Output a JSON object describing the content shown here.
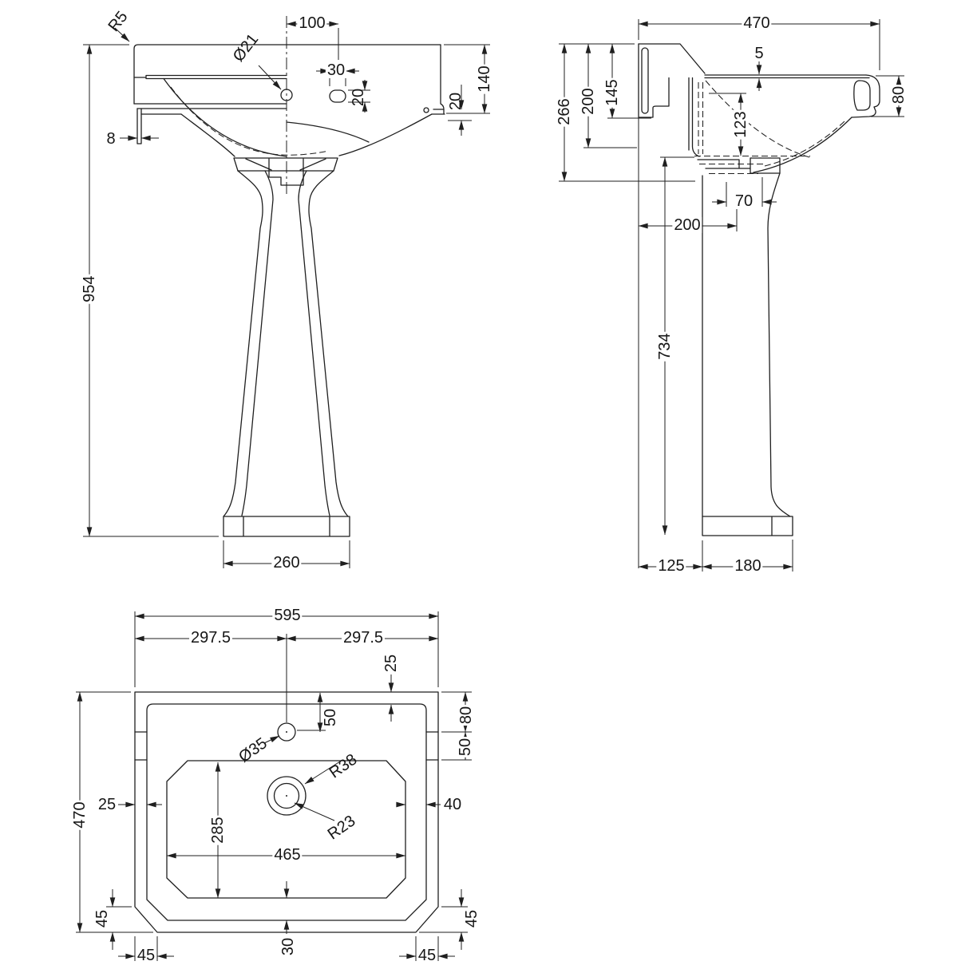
{
  "drawing": {
    "type": "technical-orthographic-drawing",
    "subject": "pedestal wash basin",
    "background_color": "#ffffff",
    "line_color": "#1f1f1f"
  },
  "views": {
    "front": {
      "dims": {
        "overall_height": "954",
        "back_lip": "8",
        "top_corner_radius": "R5",
        "tap_hole_diameter": "Ø21",
        "tap_hole_offset": "100",
        "overflow_width": "30",
        "overflow_height": "20",
        "rim_depth": "140",
        "apron_step": "20",
        "base_width": "260"
      }
    },
    "side": {
      "dims": {
        "overall_depth": "470",
        "rim_fall": "5",
        "fixing_height_1": "266",
        "fixing_height_2": "200",
        "fixing_height_3": "145",
        "bowl_depth": "123",
        "front_rim_height": "80",
        "outlet_width": "70",
        "outlet_setback": "200",
        "pedestal_height": "734",
        "pedestal_setback": "125",
        "base_depth": "180"
      }
    },
    "plan": {
      "dims": {
        "overall_width": "595",
        "half_width_left": "297.5",
        "half_width_right": "297.5",
        "back_rim": "25",
        "back_band": "80",
        "back_band_inner": "50",
        "tap_hole_setback": "50",
        "tap_hole_diameter": "Ø35",
        "bowl_corner_radius": "R38",
        "waste_radius": "R23",
        "side_rim_left": "25",
        "side_rim_right": "40",
        "bowl_length": "285",
        "bowl_width": "465",
        "overall_depth": "470",
        "chamfer_side_left": "45",
        "chamfer_side_right": "45",
        "chamfer_front_left": "45",
        "chamfer_front_right": "45",
        "front_band": "30"
      }
    }
  }
}
